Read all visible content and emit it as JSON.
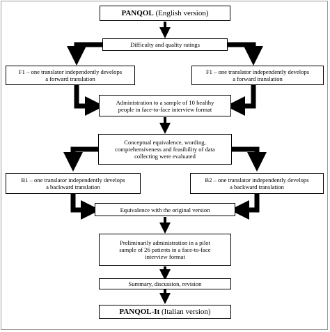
{
  "boxes": {
    "top_title_bold": "PANQOL",
    "top_title_rest": " (English version)",
    "difficulty": "Difficulty and quality ratings",
    "f1_left": "F1 – one translator independently develops\na forward translation",
    "f1_right": "F1 – one translator independently develops\na forward translation",
    "administration": "Administration to a sample of 10 healthy\npeople in face-to-face interview format",
    "conceptual": "Conceptual equivalence, wording,\ncomprehensiveness and feasibility of data\ncollecting were evaluated",
    "b1": "B1 – one translator independently develops\na backward translation",
    "b2": "B2 – one translator independently develops\na backward translation",
    "equivalence": "Equivalence with the original version",
    "pilot": "Preliminarily administration in a pilot\nsample of 26 patients in a face-to-face\ninterview format",
    "summary": "Summary, discussion, revision",
    "bottom_title_bold": "PANQOL-It",
    "bottom_title_rest": " (Italian version)"
  }
}
